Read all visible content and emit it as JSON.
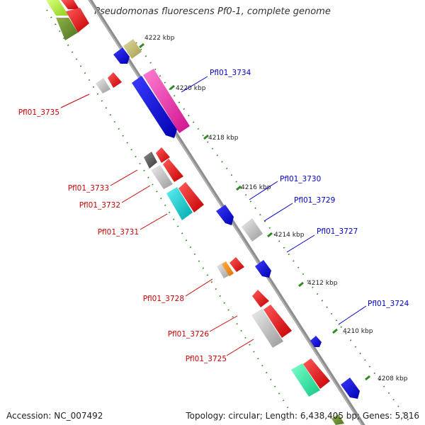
{
  "title": "Pseudomonas fluorescens Pf0-1, complete genome",
  "footer": {
    "accession": "Accession: NC_007492",
    "summary": "Topology: circular; Length: 6,438,405 bp; Genes: 5,816"
  },
  "colors": {
    "backbone": "#8a8a8a",
    "tick": "#2e8b22",
    "forward_label": "#0000cc",
    "reverse_label": "#cc0000"
  },
  "scale_labels": [
    "4222 kbp",
    "4220 kbp",
    "4218 kbp",
    "4216 kbp",
    "4214 kbp",
    "4212 kbp",
    "4210 kbp",
    "4208 kbp"
  ],
  "gene_labels": {
    "forward": [
      "Pfl01_3734",
      "Pfl01_3730",
      "Pfl01_3729",
      "Pfl01_3727",
      "Pfl01_3724"
    ],
    "reverse": [
      "Pfl01_3735",
      "Pfl01_3733",
      "Pfl01_3732",
      "Pfl01_3731",
      "Pfl01_3728",
      "Pfl01_3726",
      "Pfl01_3725"
    ]
  }
}
